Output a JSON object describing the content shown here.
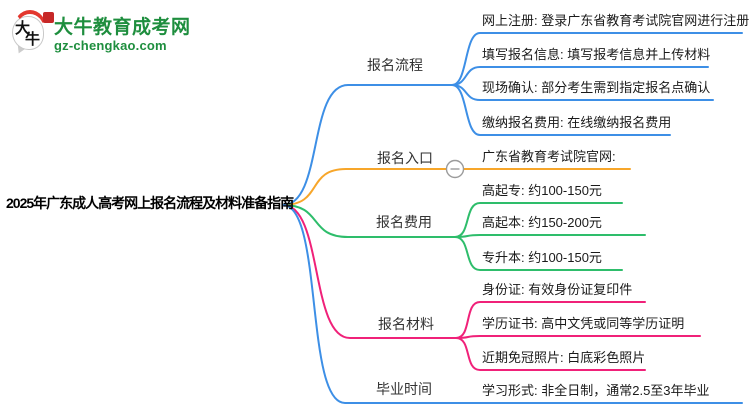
{
  "logo": {
    "bubble_char1": "大",
    "bubble_char2": "牛",
    "site_name": "大牛教育成考网",
    "site_domain": "gz-chengkao.com",
    "colors": {
      "brand_green": "#1E8E3E",
      "seal_red": "#C62828",
      "arc_red": "#E3372E"
    }
  },
  "root": {
    "title": "2025年广东成人高考网上报名流程及材料准备指南"
  },
  "branches": [
    {
      "label": "报名流程",
      "color": "#3D8FE6",
      "children": [
        "网上注册: 登录广东省教育考试院官网进行注册",
        "填写报名信息: 填写报考信息并上传材料",
        "现场确认: 部分考生需到指定报名点确认",
        "缴纳报名费用: 在线缴纳报名费用"
      ]
    },
    {
      "label": "报名入口",
      "color": "#F7A62A",
      "collapse_icon": "minus",
      "children": [
        "广东省教育考试院官网:"
      ]
    },
    {
      "label": "报名费用",
      "color": "#2EBD6B",
      "children": [
        "高起专: 约100-150元",
        "高起本: 约150-200元",
        "专升本: 约100-150元"
      ]
    },
    {
      "label": "报名材料",
      "color": "#F02179",
      "children": [
        "身份证: 有效身份证复印件",
        "学历证书: 高中文凭或同等学历证明",
        "近期免冠照片: 白底彩色照片"
      ]
    },
    {
      "label": "毕业时间",
      "color": "#3D8FE6",
      "children": [
        "学习形式: 非全日制，通常2.5至3年毕业"
      ]
    }
  ]
}
